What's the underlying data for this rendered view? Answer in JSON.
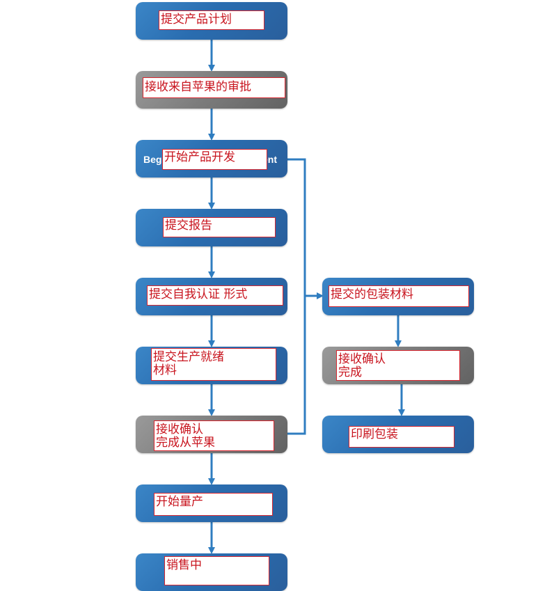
{
  "colors": {
    "node_blue": "#2a6db0",
    "node_gray": "#7c7c7c",
    "connector": "#2f7dc0",
    "label_border": "#d8262f",
    "label_text": "#c8141e"
  },
  "left_column": [
    {
      "id": "submit-product-plan",
      "style": "blue",
      "lines": [
        "提交产品计划"
      ]
    },
    {
      "id": "receive-apple-approval",
      "style": "gray",
      "lines": [
        "接收来自苹果的审批"
      ]
    },
    {
      "id": "begin-product-development",
      "style": "blue",
      "under_left": "Beg",
      "under_right": "ent",
      "lines": [
        "开始产品开发"
      ]
    },
    {
      "id": "submit-report",
      "style": "blue",
      "lines": [
        "提交报告"
      ]
    },
    {
      "id": "submit-self-certification",
      "style": "blue",
      "lines": [
        "提交自我认证   形式"
      ]
    },
    {
      "id": "submit-production-ready",
      "style": "blue",
      "lines": [
        "提交生产就绪",
        "材料"
      ]
    },
    {
      "id": "receive-confirmation-apple",
      "style": "gray",
      "lines": [
        "接收确认",
        "完成从苹果"
      ]
    },
    {
      "id": "start-mass-production",
      "style": "blue",
      "lines": [
        "开始量产"
      ]
    },
    {
      "id": "on-sale",
      "style": "blue",
      "lines": [
        "销售中"
      ]
    }
  ],
  "right_column": [
    {
      "id": "submit-packaging",
      "style": "blue",
      "lines": [
        "提交的包装材料"
      ]
    },
    {
      "id": "receive-confirmation-done",
      "style": "gray",
      "lines": [
        "接收确认",
        "完成"
      ]
    },
    {
      "id": "print-packaging",
      "style": "blue",
      "lines": [
        "印刷包装"
      ]
    }
  ]
}
